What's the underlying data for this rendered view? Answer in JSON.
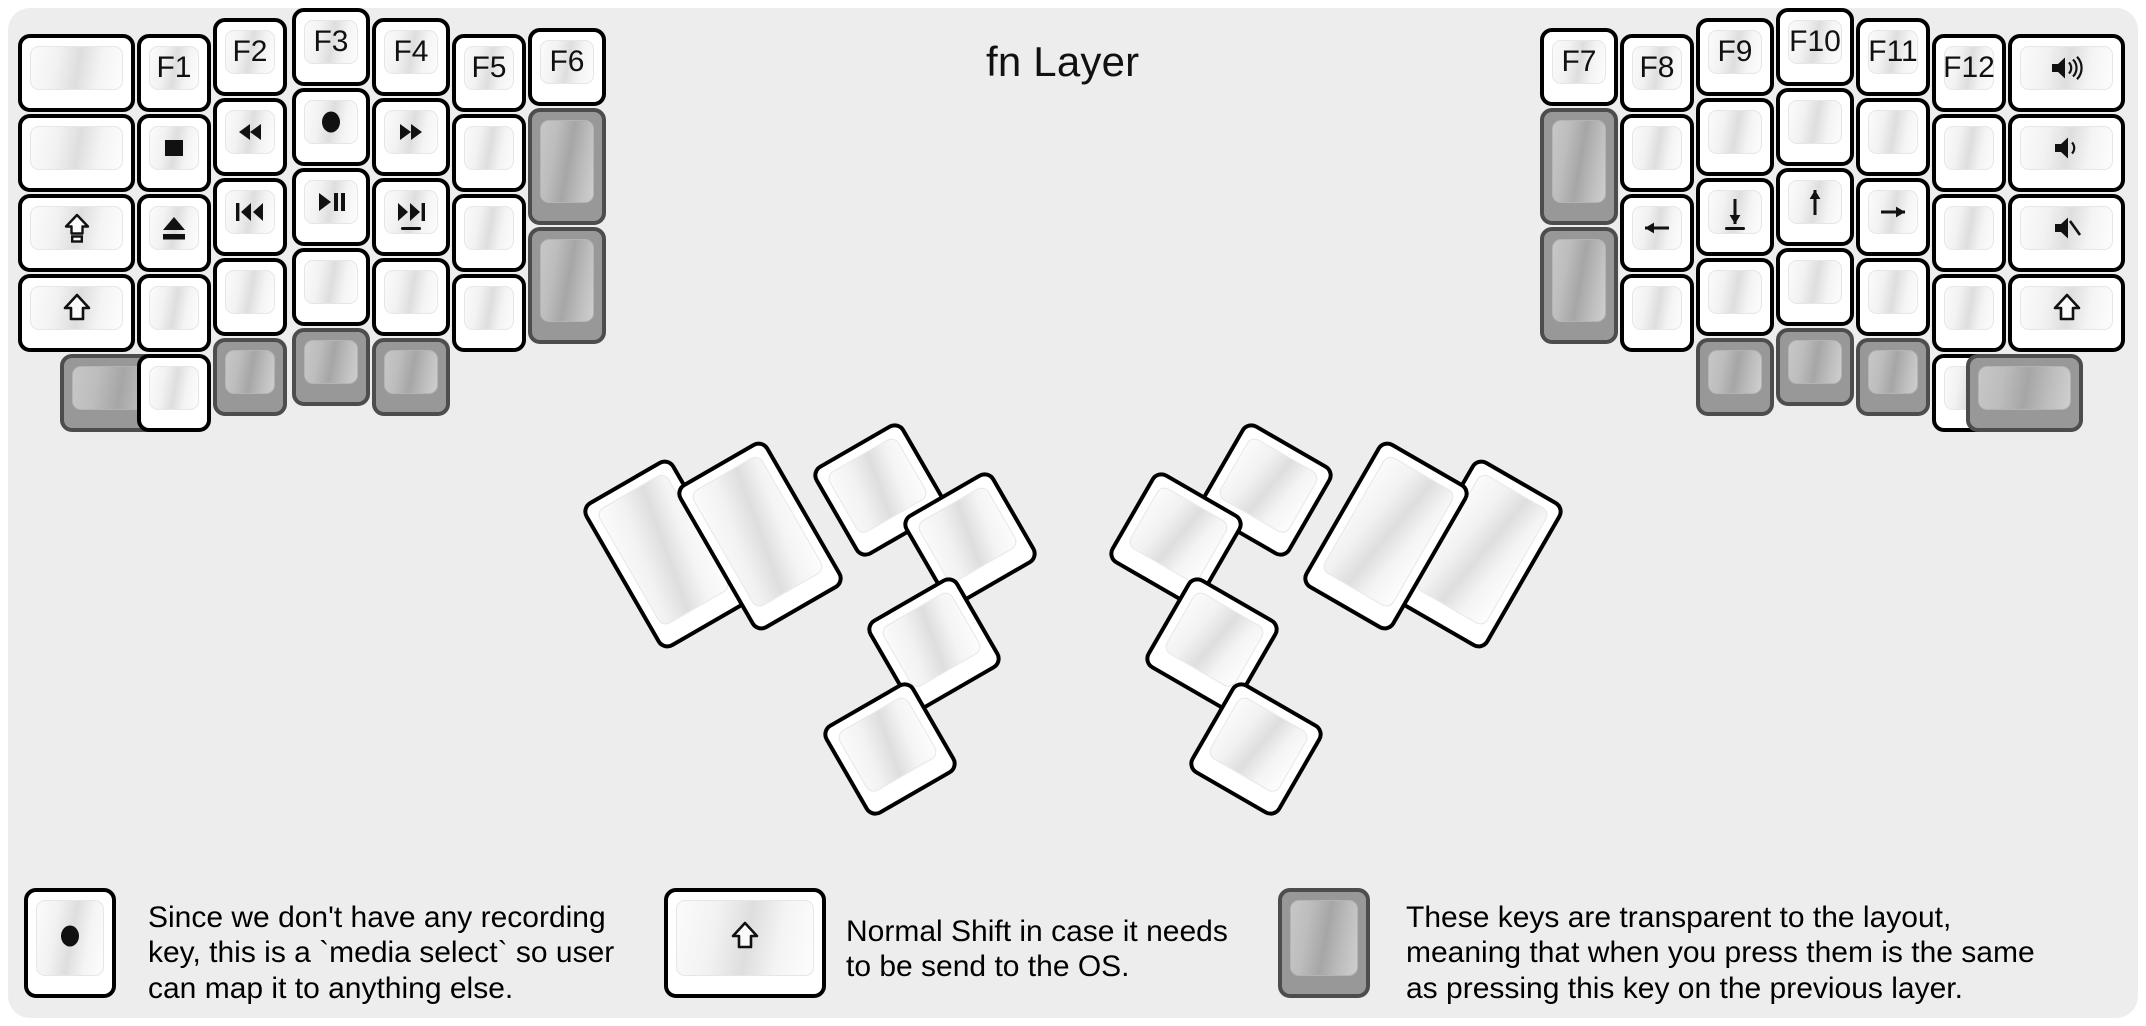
{
  "title": "fn Layer",
  "colors": {
    "canvas": "#ededed",
    "key_face": "#ffffff",
    "key_border": "#000000",
    "transparent_key": "#989898",
    "transparent_key_border": "#4d4d4d",
    "legend_text": "#111111"
  },
  "left_half": {
    "columns": [
      {
        "name": "pinky-outer",
        "keys": [
          {
            "label": "",
            "icon": "",
            "state": "normal"
          },
          {
            "label": "",
            "icon": "",
            "state": "normal"
          },
          {
            "label": "",
            "icon": "caps-lock-icon",
            "state": "normal"
          },
          {
            "label": "",
            "icon": "shift-icon",
            "state": "normal"
          },
          {
            "label": "",
            "icon": "",
            "state": "transparent"
          }
        ]
      },
      {
        "name": "pinky",
        "keys": [
          {
            "label": "F1",
            "icon": "",
            "state": "normal"
          },
          {
            "label": "",
            "icon": "stop-icon",
            "state": "normal"
          },
          {
            "label": "",
            "icon": "eject-icon",
            "state": "normal"
          },
          {
            "label": "",
            "icon": "",
            "state": "normal"
          },
          {
            "label": "",
            "icon": "",
            "state": "normal"
          }
        ]
      },
      {
        "name": "ring",
        "keys": [
          {
            "label": "F2",
            "icon": "",
            "state": "normal"
          },
          {
            "label": "",
            "icon": "rewind-icon",
            "state": "normal"
          },
          {
            "label": "",
            "icon": "previous-track-icon",
            "state": "normal"
          },
          {
            "label": "",
            "icon": "",
            "state": "normal"
          },
          {
            "label": "",
            "icon": "",
            "state": "transparent"
          }
        ]
      },
      {
        "name": "middle",
        "keys": [
          {
            "label": "F3",
            "icon": "",
            "state": "normal"
          },
          {
            "label": "",
            "icon": "record-icon",
            "state": "normal"
          },
          {
            "label": "",
            "icon": "play-pause-icon",
            "state": "normal"
          },
          {
            "label": "",
            "icon": "",
            "state": "normal"
          },
          {
            "label": "",
            "icon": "",
            "state": "transparent"
          }
        ]
      },
      {
        "name": "index",
        "keys": [
          {
            "label": "F4",
            "icon": "",
            "state": "normal"
          },
          {
            "label": "",
            "icon": "fast-forward-icon",
            "state": "normal"
          },
          {
            "label": "",
            "icon": "next-track-icon",
            "state": "normal",
            "homing": true
          },
          {
            "label": "",
            "icon": "",
            "state": "normal"
          },
          {
            "label": "",
            "icon": "",
            "state": "transparent"
          }
        ]
      },
      {
        "name": "index-inner",
        "keys": [
          {
            "label": "F5",
            "icon": "",
            "state": "normal"
          },
          {
            "label": "",
            "icon": "",
            "state": "normal"
          },
          {
            "label": "",
            "icon": "",
            "state": "normal"
          },
          {
            "label": "",
            "icon": "",
            "state": "normal"
          }
        ]
      },
      {
        "name": "inner-extra",
        "keys": [
          {
            "label": "F6",
            "icon": "",
            "state": "normal"
          },
          {
            "label": "",
            "icon": "",
            "state": "transparent"
          },
          {
            "label": "",
            "icon": "",
            "state": "transparent"
          }
        ]
      }
    ],
    "thumb_cluster": [
      {
        "name": "thumb-big-outer",
        "label": "",
        "icon": "",
        "state": "normal"
      },
      {
        "name": "thumb-big-inner",
        "label": "",
        "icon": "",
        "state": "normal"
      },
      {
        "name": "thumb-top",
        "label": "",
        "icon": "",
        "state": "normal"
      },
      {
        "name": "thumb-top-outer",
        "label": "",
        "icon": "",
        "state": "normal"
      },
      {
        "name": "thumb-mid",
        "label": "",
        "icon": "",
        "state": "normal"
      },
      {
        "name": "thumb-bottom",
        "label": "",
        "icon": "",
        "state": "normal"
      }
    ]
  },
  "right_half": {
    "columns": [
      {
        "name": "inner-extra",
        "keys": [
          {
            "label": "F7",
            "icon": "",
            "state": "normal"
          },
          {
            "label": "",
            "icon": "",
            "state": "transparent"
          },
          {
            "label": "",
            "icon": "",
            "state": "transparent"
          }
        ]
      },
      {
        "name": "index-inner",
        "keys": [
          {
            "label": "F8",
            "icon": "",
            "state": "normal"
          },
          {
            "label": "",
            "icon": "",
            "state": "normal"
          },
          {
            "label": "",
            "icon": "arrow-left-icon",
            "state": "normal"
          },
          {
            "label": "",
            "icon": "",
            "state": "normal"
          }
        ]
      },
      {
        "name": "index",
        "keys": [
          {
            "label": "F9",
            "icon": "",
            "state": "normal"
          },
          {
            "label": "",
            "icon": "",
            "state": "normal"
          },
          {
            "label": "",
            "icon": "arrow-down-icon",
            "state": "normal",
            "homing": true
          },
          {
            "label": "",
            "icon": "",
            "state": "normal"
          },
          {
            "label": "",
            "icon": "",
            "state": "transparent"
          }
        ]
      },
      {
        "name": "middle",
        "keys": [
          {
            "label": "F10",
            "icon": "",
            "state": "normal"
          },
          {
            "label": "",
            "icon": "",
            "state": "normal"
          },
          {
            "label": "",
            "icon": "arrow-up-icon",
            "state": "normal"
          },
          {
            "label": "",
            "icon": "",
            "state": "normal"
          },
          {
            "label": "",
            "icon": "",
            "state": "transparent"
          }
        ]
      },
      {
        "name": "ring",
        "keys": [
          {
            "label": "F11",
            "icon": "",
            "state": "normal"
          },
          {
            "label": "",
            "icon": "",
            "state": "normal"
          },
          {
            "label": "",
            "icon": "arrow-right-icon",
            "state": "normal"
          },
          {
            "label": "",
            "icon": "",
            "state": "normal"
          },
          {
            "label": "",
            "icon": "",
            "state": "transparent"
          }
        ]
      },
      {
        "name": "pinky",
        "keys": [
          {
            "label": "F12",
            "icon": "",
            "state": "normal"
          },
          {
            "label": "",
            "icon": "",
            "state": "normal"
          },
          {
            "label": "",
            "icon": "",
            "state": "normal"
          },
          {
            "label": "",
            "icon": "",
            "state": "normal"
          },
          {
            "label": "",
            "icon": "",
            "state": "normal"
          }
        ]
      },
      {
        "name": "pinky-outer",
        "keys": [
          {
            "label": "",
            "icon": "volume-up-icon",
            "state": "normal"
          },
          {
            "label": "",
            "icon": "volume-down-icon",
            "state": "normal"
          },
          {
            "label": "",
            "icon": "volume-mute-icon",
            "state": "normal"
          },
          {
            "label": "",
            "icon": "shift-icon",
            "state": "normal"
          },
          {
            "label": "",
            "icon": "",
            "state": "transparent"
          }
        ]
      }
    ],
    "thumb_cluster": [
      {
        "name": "thumb-big-outer",
        "label": "",
        "icon": "",
        "state": "normal"
      },
      {
        "name": "thumb-big-inner",
        "label": "",
        "icon": "",
        "state": "normal"
      },
      {
        "name": "thumb-top",
        "label": "",
        "icon": "",
        "state": "normal"
      },
      {
        "name": "thumb-top-outer",
        "label": "",
        "icon": "",
        "state": "normal"
      },
      {
        "name": "thumb-mid",
        "label": "",
        "icon": "",
        "state": "normal"
      },
      {
        "name": "thumb-bottom",
        "label": "",
        "icon": "",
        "state": "normal"
      }
    ]
  },
  "legend": [
    {
      "key_icon": "record-icon",
      "key_state": "normal",
      "text": "Since we don't have any recording\nkey, this is a `media select` so user\ncan map it to anything else."
    },
    {
      "key_icon": "shift-icon",
      "key_state": "normal",
      "text": "Normal Shift in case it needs\nto be send to the OS."
    },
    {
      "key_icon": "",
      "key_state": "transparent",
      "text": "These keys are transparent to the layout,\nmeaning that when you press them is the same\nas pressing this key on the previous layer."
    }
  ]
}
